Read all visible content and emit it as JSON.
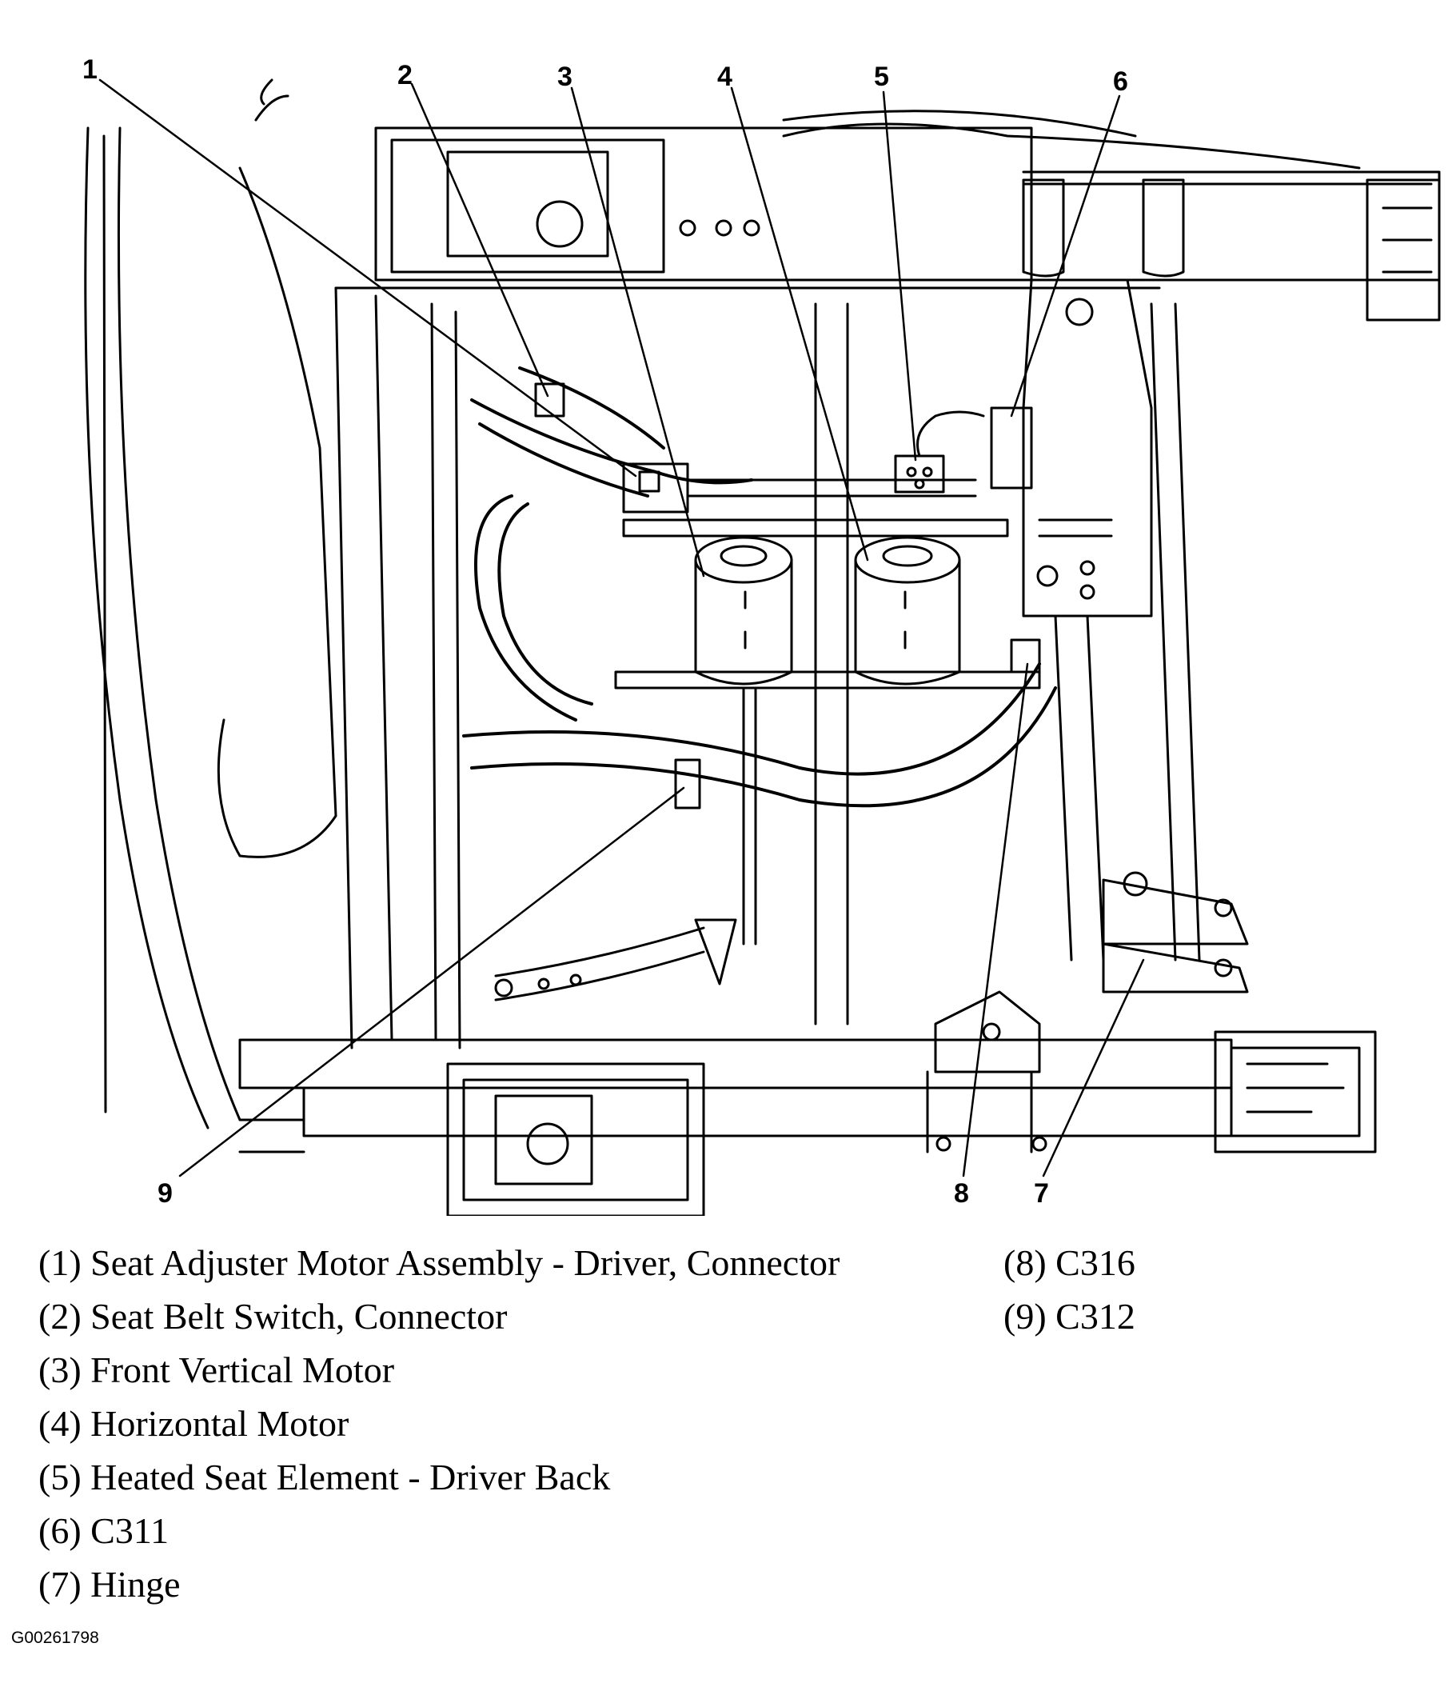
{
  "callouts": [
    "1",
    "2",
    "3",
    "4",
    "5",
    "6",
    "7",
    "8",
    "9"
  ],
  "legend": {
    "left": [
      {
        "text": "(1) Seat Adjuster Motor Assembly - Driver, Connector"
      },
      {
        "text": "(2) Seat Belt Switch, Connector"
      },
      {
        "text": "(3) Front Vertical Motor"
      },
      {
        "text": "(4) Horizontal Motor"
      },
      {
        "text": "(5) Heated Seat Element - Driver Back"
      },
      {
        "text": "(6) C311"
      },
      {
        "text": "(7) Hinge"
      }
    ],
    "right": [
      {
        "text": "(8) C316"
      },
      {
        "text": "(9) C312"
      }
    ]
  },
  "figure_id": "G00261798"
}
